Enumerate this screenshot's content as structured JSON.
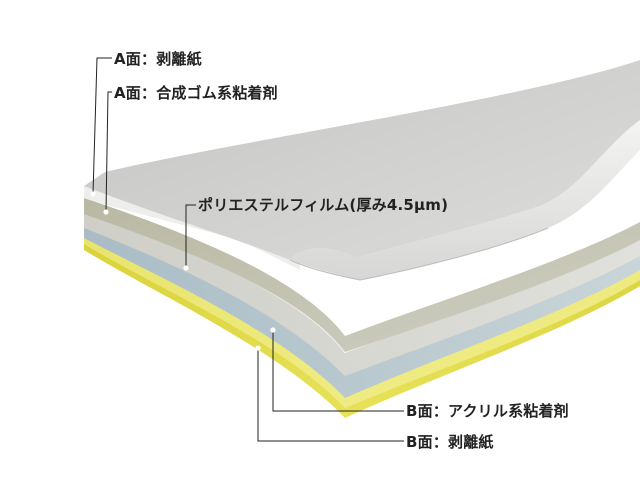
{
  "labels": {
    "a_release": "A面：剥離紙",
    "a_adhesive": "A面：合成ゴム系粘着剤",
    "film": "ポリエステルフィルム(厚み4.5μm)",
    "b_adhesive": "B面：アクリル系粘着剤",
    "b_release": "B面：剥離紙"
  },
  "layers": [
    {
      "id": "b-release-liner",
      "color": "#e8e46a"
    },
    {
      "id": "b-acrylic-adhesive",
      "color": "#b9c8cf"
    },
    {
      "id": "polyester-film",
      "color": "#d8d9d4"
    },
    {
      "id": "a-rubber-adhesive",
      "color": "#c9c8b8"
    },
    {
      "id": "a-release-liner",
      "color": "#cdcecc"
    }
  ],
  "colors": {
    "leader_line": "#222222",
    "dot": "#ffffff",
    "text": "#222222"
  }
}
